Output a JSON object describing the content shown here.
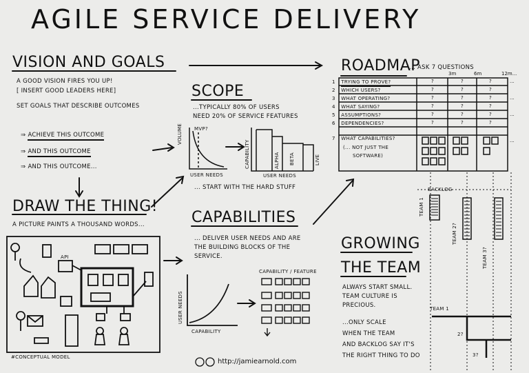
{
  "title": "AGILE SERVICE DELIVERY",
  "vision": {
    "heading": "VISION AND GOALS",
    "line1": "A GOOD VISION FIRES YOU UP!",
    "line2": "[ INSERT GOOD LEADERS HERE]",
    "line3": "SET GOALS THAT DESCRIBE OUTCOMES",
    "outcomes": [
      "ACHIEVE THIS OUTCOME",
      "AND THIS OUTCOME",
      "AND THIS OUTCOME..."
    ]
  },
  "scope": {
    "heading": "SCOPE",
    "line1": "...TYPICALLY 80% OF USERS",
    "line2": "NEED 20% OF SERVICE FEATURES",
    "mvp": "MVP?",
    "volume": "VOLUME",
    "user_needs": "USER NEEDS",
    "capability": "CAPABILITY",
    "alpha": "ALPHA",
    "beta": "BETA",
    "live": "LIVE",
    "user_needs2": "USER NEEDS",
    "hard_stuff": "... START WITH THE HARD STUFF"
  },
  "roadmap": {
    "heading": "ROADMAP",
    "subtitle": "... ASK 7 QUESTIONS",
    "cols": [
      "3m",
      "6m",
      "12m..."
    ],
    "rows": [
      {
        "n": "1",
        "q": "TRYING TO PROVE?"
      },
      {
        "n": "2",
        "q": "WHICH USERS?"
      },
      {
        "n": "3",
        "q": "WHAT OPERATING?"
      },
      {
        "n": "4",
        "q": "WHAT SAYING?"
      },
      {
        "n": "5",
        "q": "ASSUMPTIONS?"
      },
      {
        "n": "6",
        "q": "DEPENDENCIES?"
      }
    ],
    "row7_n": "7",
    "row7_a": "WHAT CAPABILITIES?",
    "row7_b": "(... NOT JUST THE",
    "row7_c": "SOFTWARE)",
    "qmark": "?",
    "more": "..."
  },
  "draw": {
    "heading": "DRAW THE THING!",
    "sub": "A PICTURE PAINTS A THOUSAND WORDS...",
    "caption": "#CONCEPTUAL MODEL",
    "api": "API"
  },
  "capabilities": {
    "heading": "CAPABILITIES",
    "line1": "... DELIVER USER NEEDS AND ARE",
    "line2": "THE BUILDING BLOCKS OF THE",
    "line3": "SERVICE.",
    "user_needs": "USER NEEDS",
    "capability": "CAPABILITY",
    "feature_header": "CAPABILITY / FEATURE"
  },
  "team": {
    "heading1": "GROWING",
    "heading2": "THE TEAM",
    "line1": "ALWAYS START SMALL.",
    "line2": "TEAM CULTURE IS",
    "line3": "PRECIOUS.",
    "line4": "...ONLY SCALE",
    "line5": "WHEN THE TEAM",
    "line6": "AND BACKLOG SAY IT'S",
    "line7": "THE RIGHT THING TO DO",
    "backlog": "BACKLOG",
    "team1": "TEAM 1",
    "team2": "TEAM 2?",
    "team3": "TEAM 3?",
    "team1b": "TEAM 1",
    "n2": "2?",
    "n3": "3?"
  },
  "footer": {
    "cc": "cc",
    "url": "http://jamiearnold.com"
  }
}
